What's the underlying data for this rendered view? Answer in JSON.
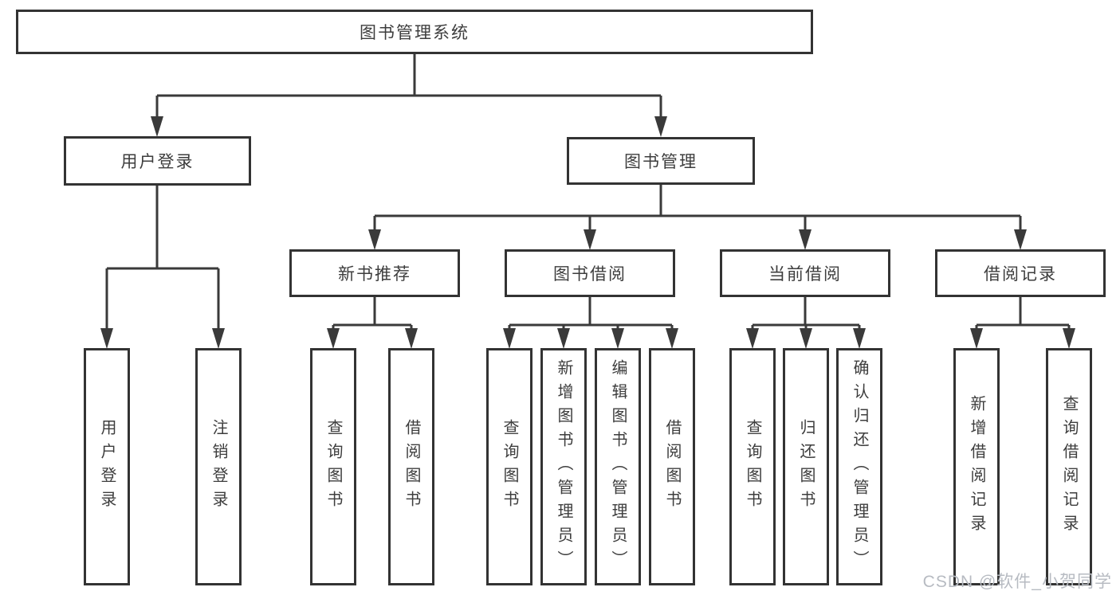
{
  "diagram": {
    "root": {
      "label": "图书管理系统"
    },
    "level2": [
      {
        "label": "用户登录"
      },
      {
        "label": "图书管理"
      }
    ],
    "level3": [
      {
        "label": "新书推荐"
      },
      {
        "label": "图书借阅"
      },
      {
        "label": "当前借阅"
      },
      {
        "label": "借阅记录"
      }
    ],
    "leaves": {
      "user_login": [
        "用户登录",
        "注销登录"
      ],
      "new_book_recommend": [
        "查询图书",
        "借阅图书"
      ],
      "book_borrow": [
        "查询图书",
        "新增图书（管理员）",
        "编辑图书（管理员）",
        "借阅图书"
      ],
      "current_borrow": [
        "查询图书",
        "归还图书",
        "确认归还（管理员）"
      ],
      "borrow_records": [
        "新增借阅记录",
        "查询借阅记录"
      ]
    }
  },
  "watermark": {
    "text": "CSDN @软件_小贺同学"
  },
  "colors": {
    "line": "#3a3a3a",
    "box_border": "#333333",
    "text": "#3d3d3d",
    "watermark": "#b7bbc2",
    "background": "#ffffff"
  }
}
